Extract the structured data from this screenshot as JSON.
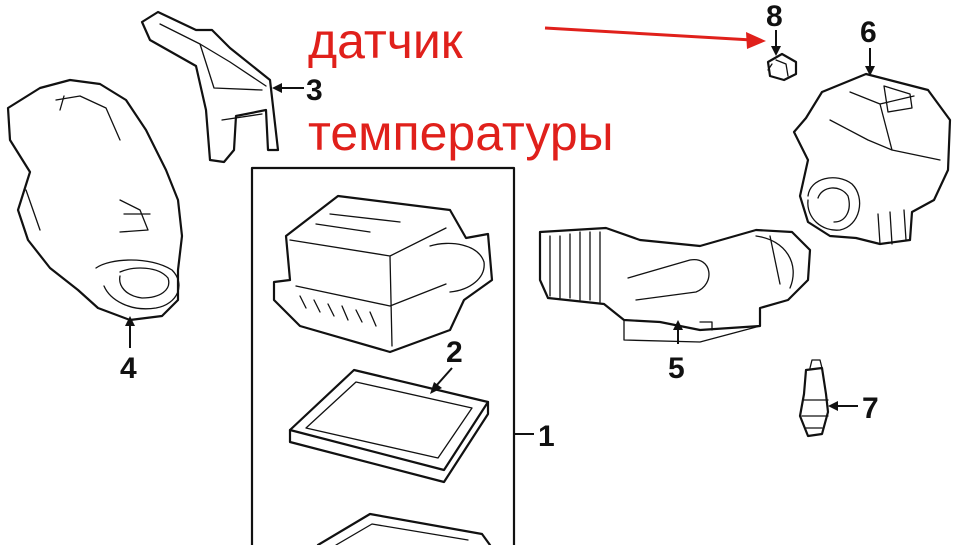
{
  "annotation": {
    "line1": "датчик",
    "line2": "температуры",
    "color": "#e0201b"
  },
  "callouts": [
    "1",
    "2",
    "3",
    "4",
    "5",
    "6",
    "7",
    "8"
  ]
}
